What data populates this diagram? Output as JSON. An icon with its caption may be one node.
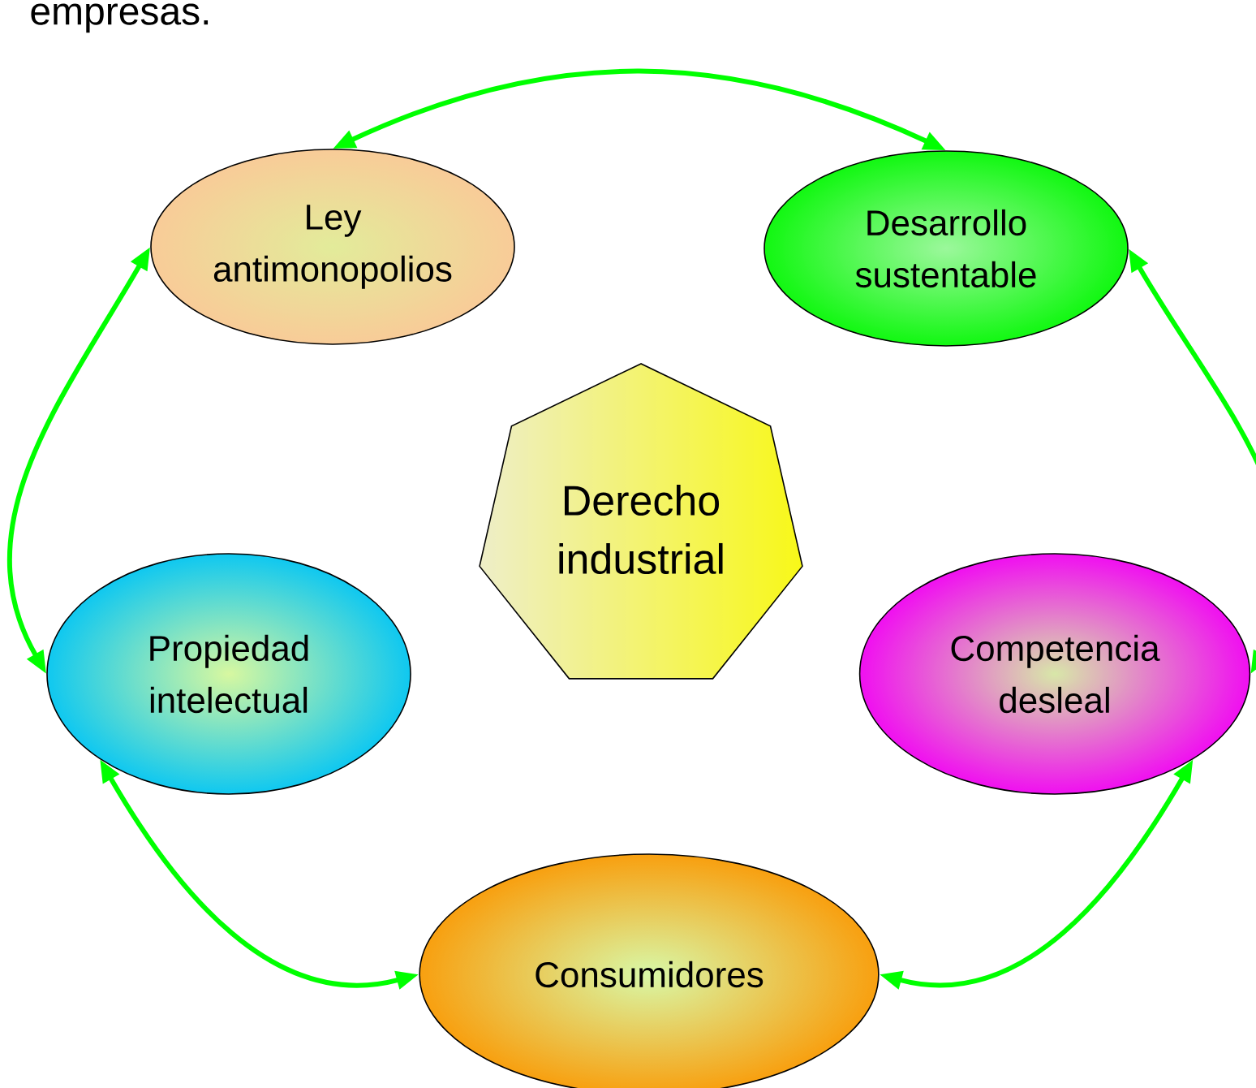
{
  "diagram": {
    "nodes": [
      {
        "text": [
          "Ley antimonopolios"
        ]
      },
      {
        "text": [
          "Desarrollo sustentable"
        ]
      },
      {
        "text": [
          "Derecho industrial"
        ]
      },
      {
        "text": [
          "Propiedad intelectual"
        ]
      },
      {
        "text": [
          "Competencia desleal"
        ]
      },
      {
        "text": [
          "Consumidores"
        ]
      }
    ],
    "edges": [
      {
        "from": 0,
        "to": 1,
        "arrow": "both"
      },
      {
        "from": 1,
        "to": 4,
        "arrow": "both"
      },
      {
        "from": 0,
        "to": 3,
        "arrow": "both"
      },
      {
        "from": 3,
        "to": 5,
        "arrow": "both"
      },
      {
        "from": 5,
        "to": 4,
        "arrow": "both"
      }
    ],
    "labels": [
      "empresas."
    ]
  }
}
